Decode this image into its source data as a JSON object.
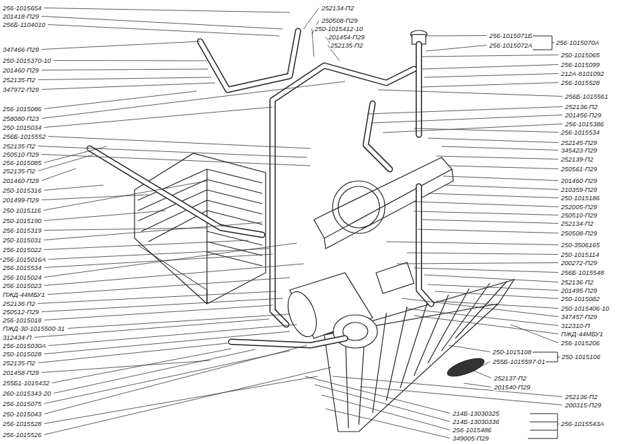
{
  "diagram": {
    "labels": [
      "256-1015654",
      "201418-П29",
      "256Б-1104010",
      "347466-П29",
      "250-1015370-10",
      "201460-П29",
      "252135-П2",
      "347972-П29",
      "256-1015086",
      "258080-П23",
      "250-1015034",
      "256Б-1015552",
      "252135-П2",
      "250510-П29",
      "256-1015085",
      "252135-П2",
      "201460-П29",
      "250-1015316",
      "201499-П29",
      "250-1015116",
      "250-1015190",
      "256-1015319",
      "250-1015031",
      "256-1015022",
      "256-1015016А",
      "256-1015534",
      "256-1015024",
      "256-1015023",
      "ПЖД-44МБУ1",
      "252136-П2",
      "250512-П29",
      "256-1015018",
      "ПЖД-30-1015500-31",
      "312434-П",
      "256-1015030А",
      "250-1015028",
      "252135-П2",
      "201458-П29",
      "255Б1-1015432",
      "260-1015343-20",
      "256-1015075",
      "250-1015043",
      "256-1015528",
      "256-1015526",
      "252134-П2",
      "250508-П29",
      "250-1015412-10",
      "201454-П29",
      "252135-П2",
      "256-1015071Б",
      "256-1015072А",
      "256-1015070А",
      "250-1015065",
      "256-1015099",
      "212А-8101092",
      "256-1015528",
      "256Б-1015561",
      "252136-П2",
      "201456-П29",
      "256-1015386",
      "256-1015534",
      "252145-П29",
      "345423-П29",
      "252139-П2",
      "250561-П29",
      "201460-П29",
      "210359-П29",
      "250-1015186",
      "252005-П29",
      "250510-П29",
      "252134-П2",
      "250508-П29",
      "250-3506165",
      "250-1015114",
      "200272-П29",
      "256Б-1015548",
      "252136-П2",
      "201495-П29",
      "250-1015082",
      "250-1015406-10",
      "347457-П29",
      "312310-П",
      "ПЖД-44МБУ1",
      "256-1015206",
      "250-1015108",
      "255Б-1015597-01",
      "250-1015106",
      "252137-П2",
      "201540-П29",
      "252136-П2",
      "200315-П29",
      "214Б-13030325",
      "214Б-13030336",
      "256-1015486",
      "349005-П29",
      "256-1015543А"
    ]
  }
}
